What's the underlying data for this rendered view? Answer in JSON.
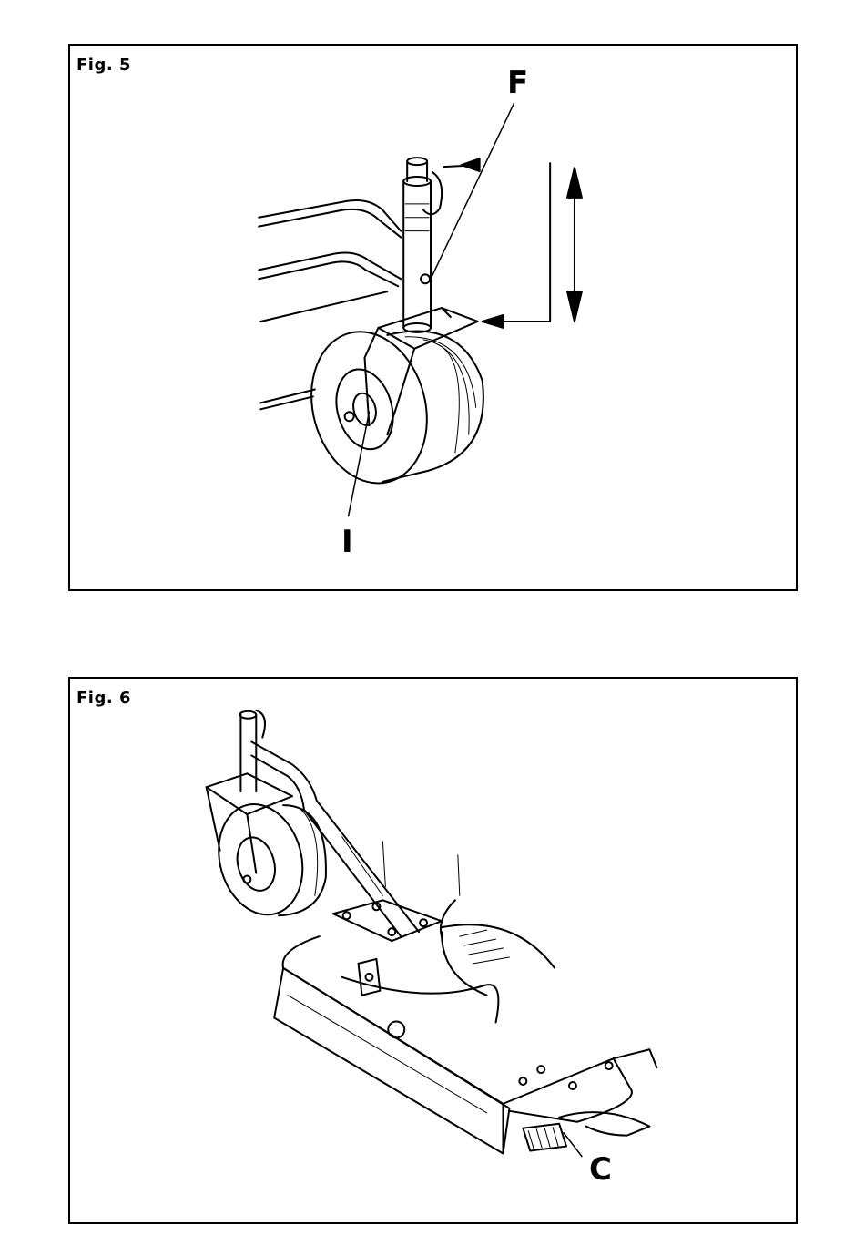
{
  "figures": [
    {
      "label": "Fig. 5",
      "callouts": [
        "F",
        "I"
      ]
    },
    {
      "label": "Fig. 6",
      "callouts": [
        "C"
      ]
    }
  ]
}
